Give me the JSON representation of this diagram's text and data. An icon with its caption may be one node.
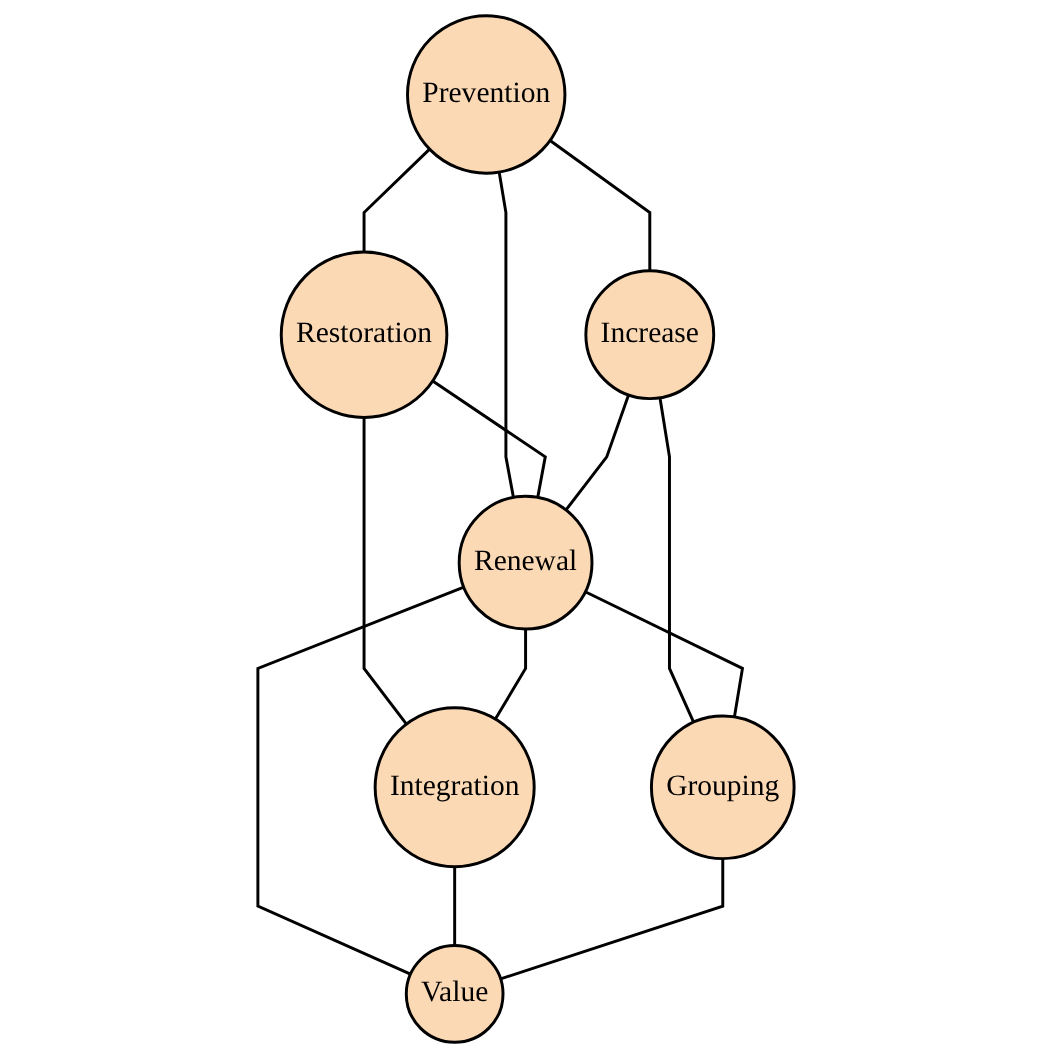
{
  "diagram": {
    "nodes": [
      {
        "text": [
          "Prevention"
        ]
      },
      {
        "text": [
          "Restoration"
        ]
      },
      {
        "text": [
          "Increase"
        ]
      },
      {
        "text": [
          "Renewal"
        ]
      },
      {
        "text": [
          "Integration"
        ]
      },
      {
        "text": [
          "Grouping"
        ]
      },
      {
        "text": [
          "Value"
        ]
      }
    ],
    "edges": [
      {
        "from": 0,
        "to": 1,
        "arrow": "none"
      },
      {
        "from": 0,
        "to": 2,
        "arrow": "none"
      },
      {
        "from": 0,
        "to": 3,
        "arrow": "none"
      },
      {
        "from": 1,
        "to": 3,
        "arrow": "none"
      },
      {
        "from": 2,
        "to": 3,
        "arrow": "none"
      },
      {
        "from": 1,
        "to": 4,
        "arrow": "none"
      },
      {
        "from": 2,
        "to": 5,
        "arrow": "none"
      },
      {
        "from": 3,
        "to": 4,
        "arrow": "none"
      },
      {
        "from": 3,
        "to": 5,
        "arrow": "none"
      },
      {
        "from": 3,
        "to": 6,
        "arrow": "none"
      },
      {
        "from": 4,
        "to": 6,
        "arrow": "none"
      },
      {
        "from": 5,
        "to": 6,
        "arrow": "none"
      }
    ]
  }
}
